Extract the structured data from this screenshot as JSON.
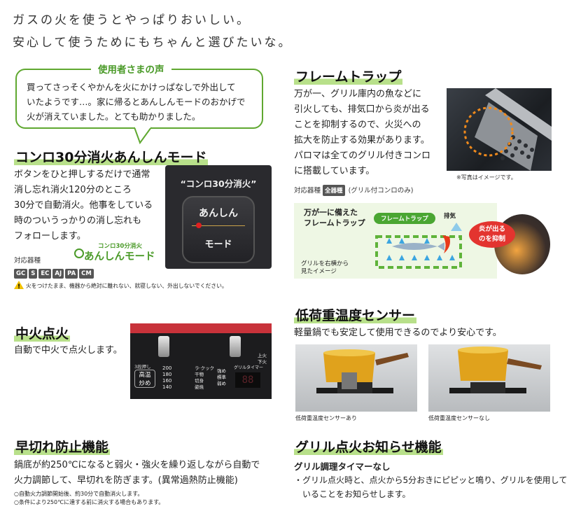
{
  "intro": {
    "line1": "ガスの火を使うとやっぱりおいしい。",
    "line2": "安心して使うためにもちゃんと選びたいな。"
  },
  "voice": {
    "title": "使用者さまの声",
    "line1": "買ってさっそくやかんを火にかけっぱなしで外出して",
    "line2": "いたようです…。家に帰るとあんしんモードのおかげで",
    "line3": "火が消えていました。とても助かりました。"
  },
  "anshin": {
    "title": "コンロ30分消火あんしんモード",
    "lines": [
      "ボタンをひと押しするだけで通常",
      "消し忘れ消火120分のところ",
      "30分で自動消火。他事をしている",
      "時のついうっかりの消し忘れも",
      "フォローします。"
    ],
    "models_label": "対応器種",
    "badges": [
      "GC",
      "S",
      "EC",
      "AJ",
      "PA",
      "CM"
    ],
    "logo_small": "コンロ30分消火",
    "logo_main": "あんしんモード",
    "warning": "火をつけたまま、機器から絶対に離れない、就寝しない、外出しないでください。",
    "button_caption": "“コンロ30分消火”",
    "button_top": "あんしん",
    "button_bottom": "モード"
  },
  "flame": {
    "title": "フレームトラップ",
    "lines": [
      "万が一、グリル庫内の魚などに",
      "引火しても、排気口から炎が出る",
      "ことを抑制するので、火災への",
      "拡大を防止する効果があります。",
      "パロマは全てのグリル付きコンロ",
      "に搭載しています。"
    ],
    "models_label": "対応器種",
    "all_badge": "全器種",
    "models_note": "(グリル付コンロのみ)",
    "photo_note": "※写真はイメージです。",
    "diagram_title1": "万が一に備えた",
    "diagram_title2": "フレームトラップ",
    "diagram_tag": "フレームトラップ",
    "diagram_exhaust": "排気",
    "diagram_view1": "グリルを右横から",
    "diagram_view2": "見たイメージ",
    "diagram_bubble1": "炎が出る",
    "diagram_bubble2": "のを抑制"
  },
  "middle": {
    "title": "中火点火",
    "text": "自動で中火で点火します。",
    "panel_label_3": "3段押し",
    "panel_btn1": "高温",
    "panel_btn2": "炒め",
    "temps": [
      "200",
      "180",
      "160",
      "140"
    ],
    "modes": [
      "ラ·クック",
      "干物",
      "切身",
      "姿焼"
    ],
    "modes2": [
      "強め",
      "標準",
      "弱め"
    ],
    "timer_label": "グリルタイマー",
    "up": "上火",
    "down": "下火"
  },
  "sensor": {
    "title": "低荷重温度センサー",
    "text": "軽量鍋でも安定して使用できるのでより安心です。",
    "cap_with": "低荷重温度センサーあり",
    "cap_without": "低荷重温度センサーなし"
  },
  "haya": {
    "title": "早切れ防止機能",
    "line1": "鍋底が約250℃になると弱火・強火を繰り返しながら自動で",
    "line2": "火力調節して、早切れを防ぎます。(異常過熱防止機能)",
    "note1": "○自動火力調節開始後、約30分で自動消火します。",
    "note2": "○条件により250℃に達する前に消火する場合もあります。"
  },
  "grill": {
    "title": "グリル点火お知らせ機能",
    "subtitle": "グリル調理タイマーなし",
    "line1": "・グリル点火時と、点火から5分おきにピピッと鳴り、グリルを使用して",
    "line2": "いることをお知らせします。"
  },
  "colors": {
    "accent_green": "#5fa830",
    "highlight": "#b8e08a",
    "dark_panel": "#2a2a2e",
    "warn_yellow": "#f0c000"
  }
}
